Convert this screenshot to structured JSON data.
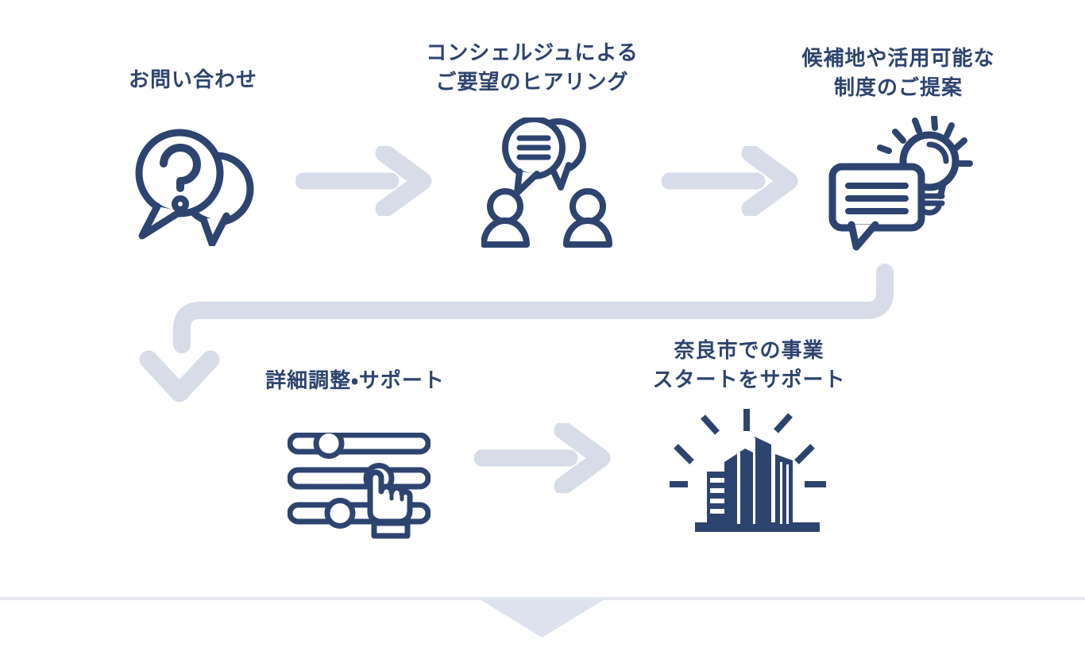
{
  "page": {
    "language": "ja",
    "background": "#ffffff"
  },
  "colors": {
    "navy": "#2e4470",
    "arrow_gray": "#d8dce8",
    "divider_gray": "#e4e7f0",
    "triangle_gray": "#dde2ee"
  },
  "flow": {
    "steps": [
      {
        "name": "inquiry",
        "line1": "お問い合わせ",
        "line2": "",
        "icon": "question-speech-bubbles-icon"
      },
      {
        "name": "hearing",
        "line1": "コンシェルジュによる",
        "line2": "ご要望のヒアリング",
        "icon": "concierge-dialogue-icon"
      },
      {
        "name": "proposal",
        "line1": "候補地や活用可能な",
        "line2": "制度のご提案",
        "icon": "idea-lightbulb-bubble-icon"
      },
      {
        "name": "adjustment",
        "line1": "詳細調整・サポート",
        "line2": "",
        "icon": "sliders-hand-icon"
      },
      {
        "name": "start-support",
        "line1": "奈良市での事業",
        "line2": "スタートをサポート",
        "icon": "city-buildings-icon"
      }
    ],
    "connectors": [
      "arrow-right-1",
      "arrow-right-2",
      "wrap-down-arrow",
      "arrow-right-3",
      "section-divider-down-arrow"
    ]
  }
}
